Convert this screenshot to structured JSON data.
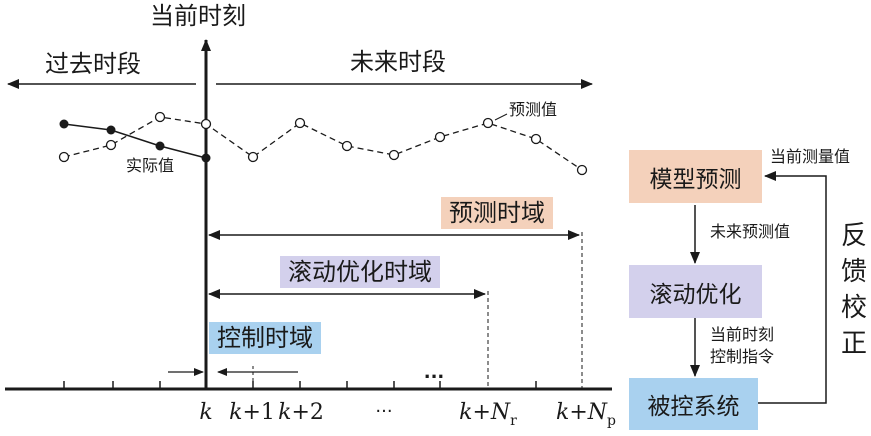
{
  "timeline": {
    "current_time_label": "当前时刻",
    "past_label": "过去时段",
    "future_label": "未来时段",
    "predicted_value_label": "预测值",
    "actual_value_label": "实际值",
    "ellipsis_upper": "...",
    "ellipsis_lower": "···"
  },
  "horizons": {
    "prediction": {
      "label": "预测时域",
      "color": "#f4d1bb"
    },
    "rolling_optimization": {
      "label": "滚动优化时域",
      "color": "#d3d0ec"
    },
    "control": {
      "label": "控制时域",
      "color": "#a9d1ef"
    }
  },
  "ticks": {
    "k": "k",
    "k_plus_1_var": "k",
    "k_plus_1_rest": "+1",
    "k_plus_2_var": "k",
    "k_plus_2_rest": "+2",
    "k_nr_prefix": "k",
    "k_nr_op": "+",
    "k_nr_N": "N",
    "k_nr_sub": "r",
    "k_np_prefix": "k",
    "k_np_op": "+",
    "k_np_N": "N",
    "k_np_sub": "p"
  },
  "flow": {
    "model_prediction": {
      "label": "模型预测",
      "color": "#f4d1bb"
    },
    "rolling_optimization": {
      "label": "滚动优化",
      "color": "#d3d0ec"
    },
    "controlled_system": {
      "label": "被控系统",
      "color": "#a9d1ef"
    },
    "future_predicted_value_label": "未来预测值",
    "current_time_label": "当前时刻",
    "control_command_label": "控制指令",
    "current_measured_value_label": "当前测量值",
    "feedback_correction_chars": [
      "反",
      "馈",
      "校",
      "正"
    ]
  }
}
